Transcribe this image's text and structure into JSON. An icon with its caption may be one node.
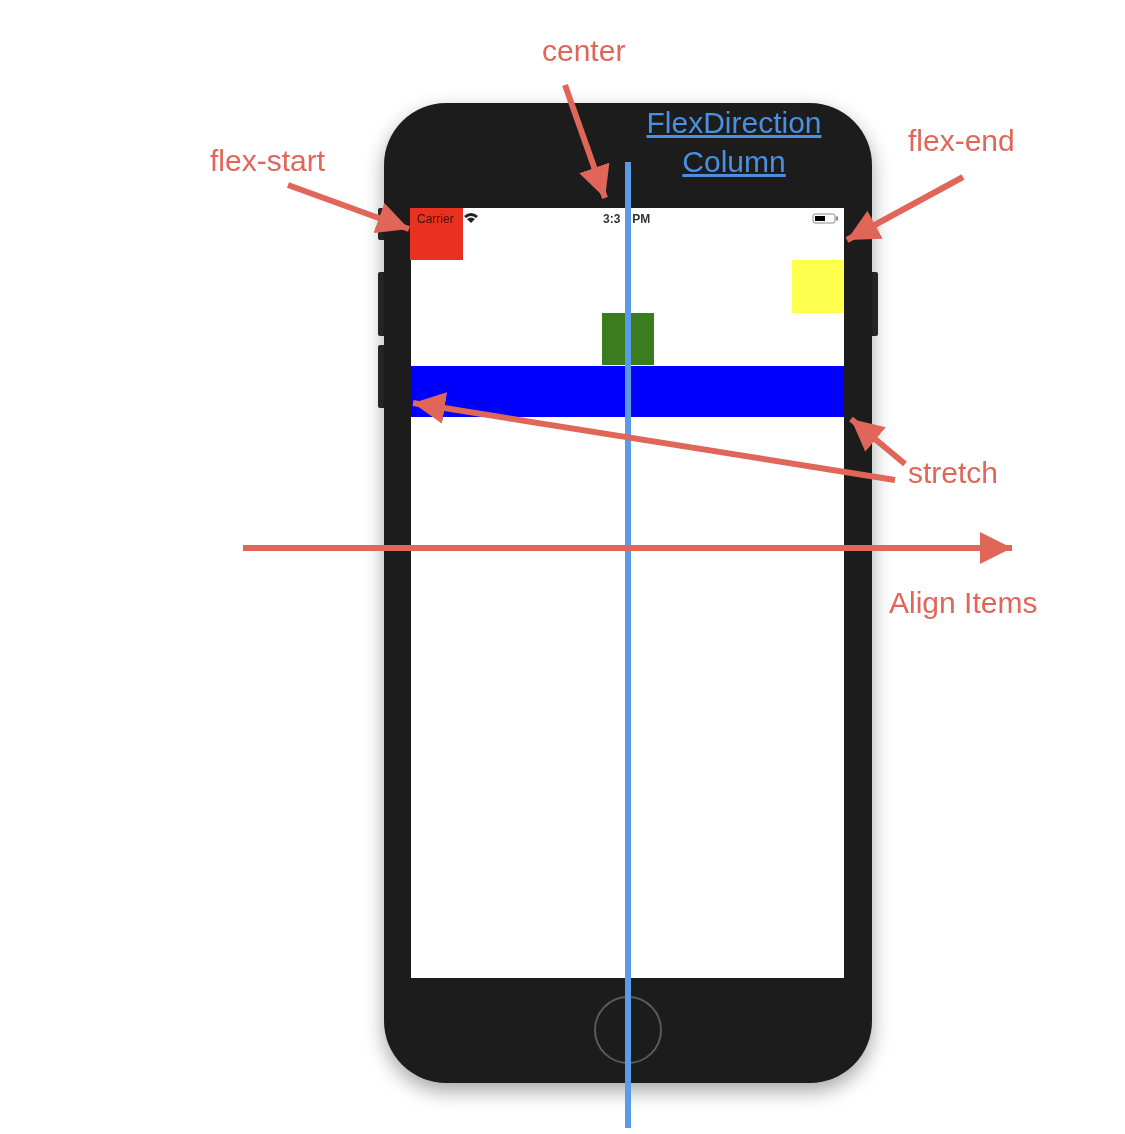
{
  "diagram": {
    "nodes": [
      {
        "text": [
          "flex-start"
        ]
      },
      {
        "text": [
          "center"
        ]
      },
      {
        "text": [
          "flex-end"
        ]
      },
      {
        "text": [
          "stretch"
        ]
      },
      {
        "text": [],
        "shape": "box"
      },
      {
        "text": [],
        "shape": "box"
      },
      {
        "text": [],
        "shape": "box"
      },
      {
        "text": [],
        "shape": "bar"
      },
      {
        "text": [
          "3:3",
          "PM"
        ]
      }
    ],
    "edges": [
      {
        "from": 0,
        "to": 4,
        "arrow": "to"
      },
      {
        "from": 1,
        "to": 8,
        "arrow": "to"
      },
      {
        "from": 2,
        "to": 5,
        "arrow": "to"
      },
      {
        "from": 3,
        "to": 7,
        "arrow": "to"
      },
      {
        "from": 3,
        "to": 7,
        "arrow": "to"
      }
    ],
    "labels": [
      "FlexDirection Column",
      "Carrier",
      "Align Items"
    ]
  }
}
